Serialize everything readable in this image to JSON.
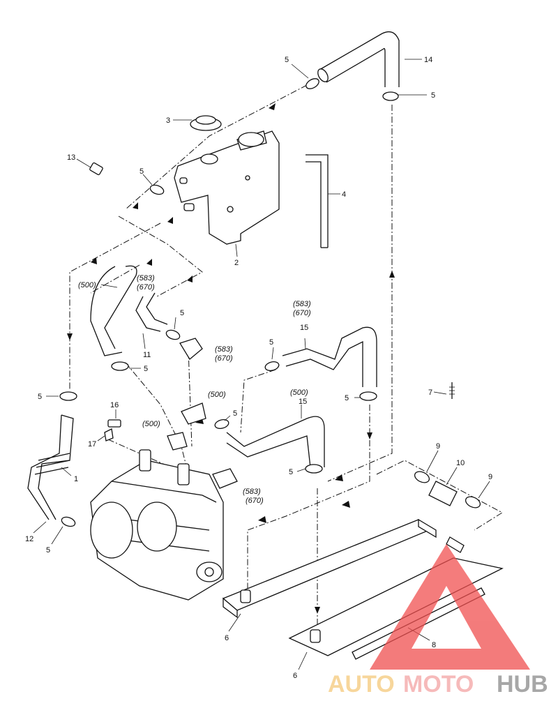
{
  "diagram": {
    "part_numbers": {
      "p1": "1",
      "p2": "2",
      "p3": "3",
      "p4": "4",
      "p5": "5",
      "p6": "6",
      "p7": "7",
      "p8": "8",
      "p9": "9",
      "p10": "10",
      "p11": "11",
      "p12": "12",
      "p13": "13",
      "p14": "14",
      "p15": "15",
      "p16": "16",
      "p17": "17"
    },
    "model_notes": {
      "m500": "(500)",
      "m583": "(583)",
      "m670": "(670)"
    }
  },
  "watermark": {
    "brand_a": "AUTO",
    "brand_b": "MOTO",
    "brand_c": "HUB",
    "colors": {
      "auto": "#f5c97a",
      "moto": "#f4a3a3",
      "hub": "#8a8a8a",
      "triangle": "#f05050"
    }
  }
}
